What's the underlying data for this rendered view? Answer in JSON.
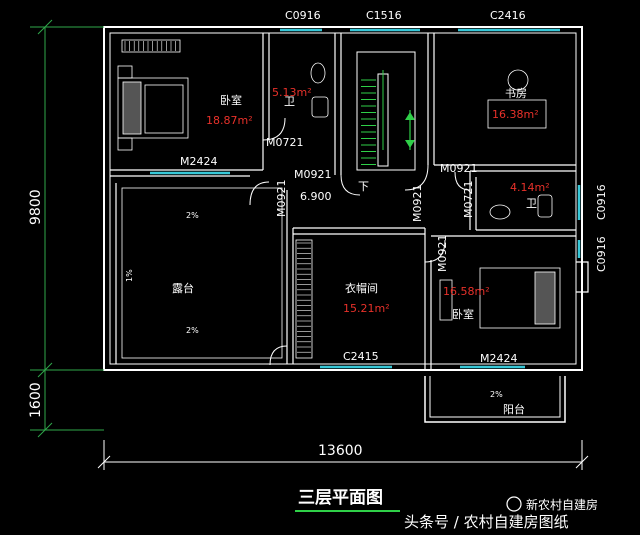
{
  "colors": {
    "background": "#000000",
    "wall": "#ffffff",
    "window": "#37c8d8",
    "area_text": "#e8312a",
    "dimension": "#2fa84a",
    "stair": "#2fd048",
    "title_underline": "#2fd048"
  },
  "windows": {
    "c0916_top": "C0916",
    "c1516": "C1516",
    "c2416": "C2416",
    "c0916_right_a": "C0916",
    "c0916_right_b": "C0916",
    "c2415": "C2415"
  },
  "doors": {
    "m2424_left": "M2424",
    "m0721_bath": "M0721",
    "m0921_hall": "M0921",
    "m0921_left": "M0921",
    "m0921_stair": "M0921",
    "m0921_right": "M0921",
    "m0721_right": "M0721",
    "m0921_closet": "M0921",
    "m2424_right": "M2424"
  },
  "rooms": {
    "bedroom_1": {
      "name": "卧室",
      "area": "18.87m²"
    },
    "bathroom_1": {
      "name": "卫",
      "area": "5.13m²"
    },
    "study": {
      "name": "书房",
      "area": "16.38m²"
    },
    "bathroom_2": {
      "name": "卫",
      "area": "4.14m²"
    },
    "terrace": {
      "name": "露台"
    },
    "closet": {
      "name": "衣帽间",
      "area": "15.21m²"
    },
    "bedroom_2": {
      "name": "卧室",
      "area": "16.58m²"
    },
    "balcony": {
      "name": "阳台"
    }
  },
  "annotations": {
    "elevation": "6.900",
    "stair_down": "下",
    "slope_1": "2%",
    "slope_2": "2%",
    "slope_3": "2%",
    "terrace_side": "1%"
  },
  "dimensions": {
    "height_main": "9800",
    "height_balcony": "1600",
    "width_total": "13600"
  },
  "title": "三层平面图",
  "watermark": {
    "channel": "新农村自建房",
    "source": "头条号 / 农村自建房图纸"
  }
}
